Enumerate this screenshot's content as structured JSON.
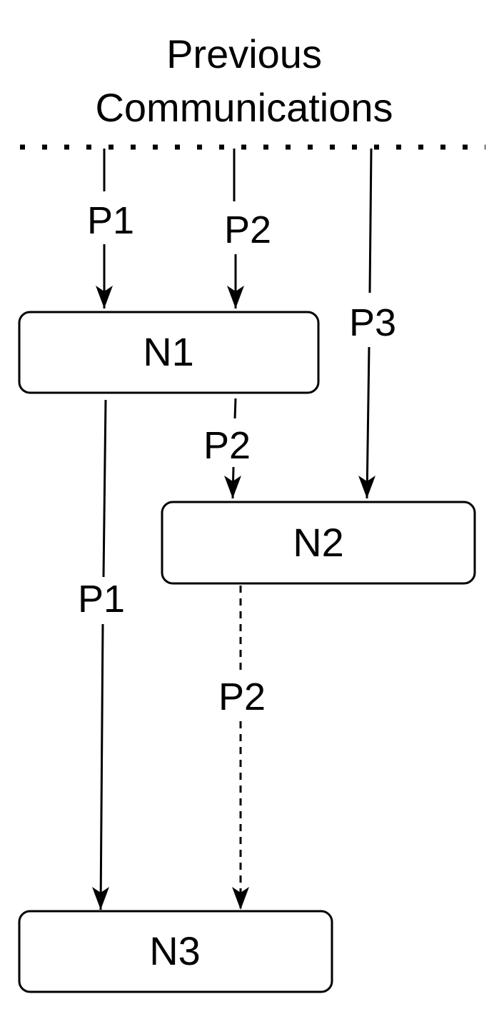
{
  "title": {
    "line1": "Previous",
    "line2": "Communications"
  },
  "nodes": {
    "n1": "N1",
    "n2": "N2",
    "n3": "N3"
  },
  "edges": {
    "p1_in": "P1",
    "p2_in": "P2",
    "p3_in": "P3",
    "p2_n1_n2": "P2",
    "p1_n1_n3": "P1",
    "p2_n2_n3": "P2"
  },
  "colors": {
    "stroke": "#000000",
    "background": "#ffffff"
  }
}
